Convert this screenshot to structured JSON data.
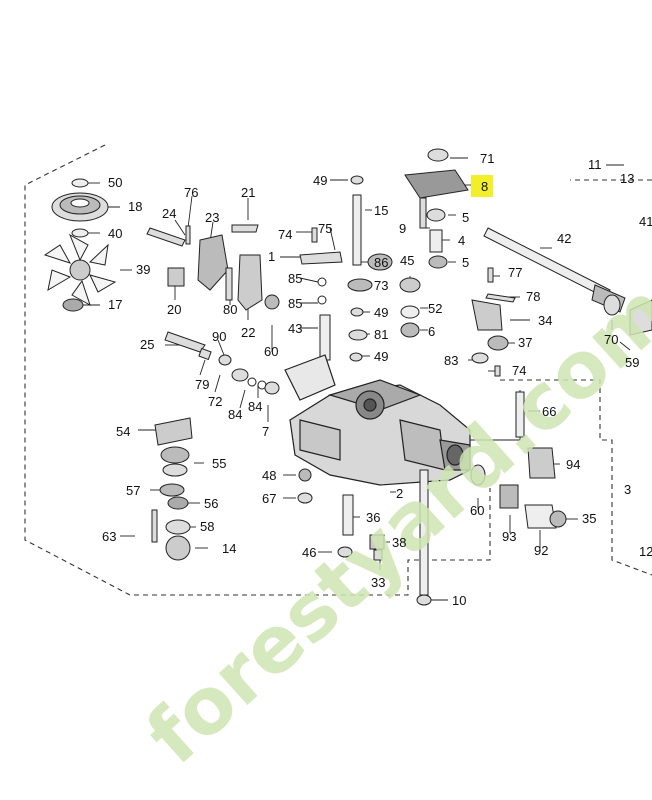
{
  "watermark": "forestyard.com",
  "highlight_color": "#f2ee2a",
  "watermark_color": "#cfe6b3",
  "callouts": [
    "50",
    "18",
    "40",
    "39",
    "17",
    "76",
    "24",
    "23",
    "21",
    "20",
    "80",
    "22",
    "1",
    "74",
    "75",
    "85",
    "85",
    "43",
    "49",
    "15",
    "73",
    "86",
    "9",
    "4",
    "5",
    "45",
    "52",
    "49",
    "81",
    "6",
    "71",
    "8",
    "5",
    "11",
    "13",
    "42",
    "77",
    "78",
    "34",
    "70",
    "59",
    "37",
    "83",
    "74",
    "49",
    "25",
    "90",
    "79",
    "72",
    "84",
    "84",
    "7",
    "60",
    "54",
    "55",
    "57",
    "56",
    "58",
    "63",
    "14",
    "48",
    "67",
    "46",
    "36",
    "38",
    "33",
    "2",
    "66",
    "94",
    "60",
    "93",
    "92",
    "35",
    "3",
    "10",
    "12",
    "41"
  ]
}
